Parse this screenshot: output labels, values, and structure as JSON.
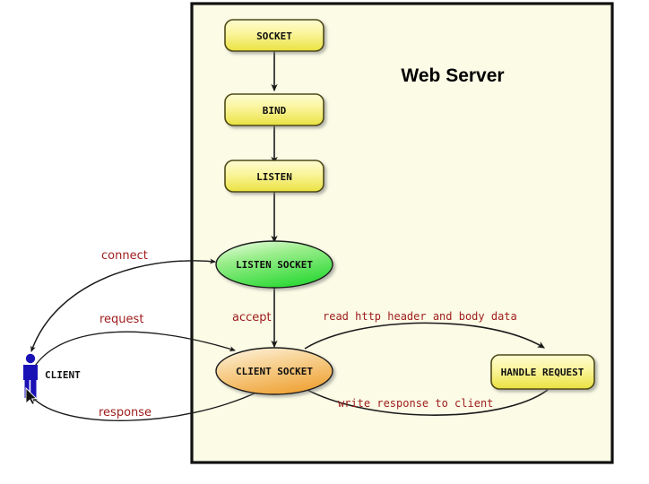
{
  "diagram": {
    "panel": {
      "title": "Web Server",
      "background_color": "#fbfbe6",
      "border_color": "#111111"
    },
    "colors": {
      "process_fill_top": "#fdfbc8",
      "process_fill_bottom": "#eae243",
      "process_border": "#4f4a18",
      "listen_socket_fill_top": "#d4f7c8",
      "listen_socket_fill_bottom": "#34e03a",
      "client_socket_fill_top": "#fbe7c4",
      "client_socket_fill_bottom": "#f0a83f",
      "edge_label_color": "#9e1b1b",
      "edge_color": "#1a1a1a",
      "client_figure_color": "#1a11b5",
      "page_background": "#ffffff"
    },
    "nodes": [
      {
        "id": "socket",
        "label": "SOCKET",
        "shape": "rounded-rect"
      },
      {
        "id": "bind",
        "label": "BIND",
        "shape": "rounded-rect"
      },
      {
        "id": "listen",
        "label": "LISTEN",
        "shape": "rounded-rect"
      },
      {
        "id": "listen-socket",
        "label": "LISTEN SOCKET",
        "shape": "ellipse"
      },
      {
        "id": "client-socket",
        "label": "CLIENT SOCKET",
        "shape": "ellipse"
      },
      {
        "id": "handle-request",
        "label": "HANDLE REQUEST",
        "shape": "rounded-rect"
      },
      {
        "id": "client",
        "label": "CLIENT",
        "shape": "actor"
      }
    ],
    "edges": [
      {
        "id": "socket-to-bind",
        "label": ""
      },
      {
        "id": "bind-to-listen",
        "label": ""
      },
      {
        "id": "listen-to-listen-socket",
        "label": ""
      },
      {
        "id": "client-to-listen-socket",
        "label": "connect"
      },
      {
        "id": "listen-socket-to-client-socket",
        "label": "accept"
      },
      {
        "id": "client-to-client-socket",
        "label": "request"
      },
      {
        "id": "client-socket-to-handle-request",
        "label": "read http header and body data"
      },
      {
        "id": "handle-request-to-client-socket",
        "label": "write response to client"
      },
      {
        "id": "client-socket-to-client",
        "label": "response"
      }
    ]
  }
}
